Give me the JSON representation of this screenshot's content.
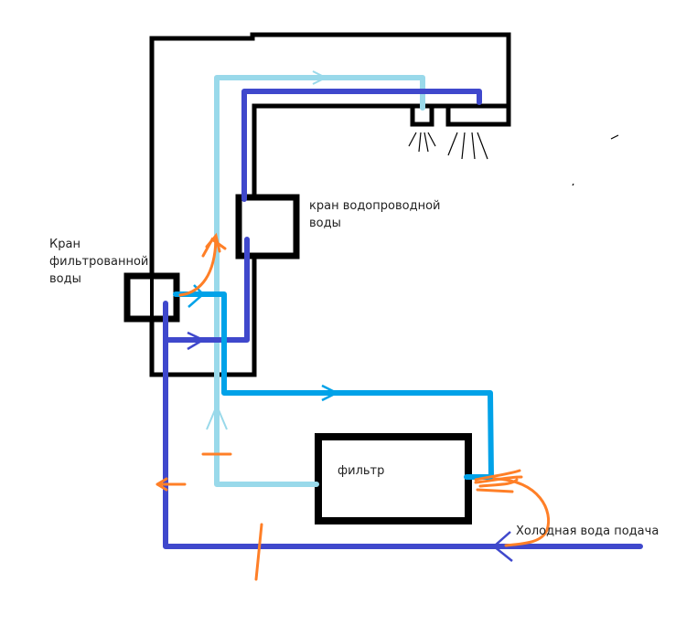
{
  "labels": {
    "filtered_tap": [
      "Кран",
      "фильтрованной",
      "воды"
    ],
    "tap_water": [
      "кран водопроводной",
      "воды"
    ],
    "filter": "фильтр",
    "cold_supply": "Холодная вода подача"
  },
  "colors": {
    "frame": "#000000",
    "filtered_line": "#99d9ea",
    "cold_line": "#3f48cc",
    "pre_filter_line": "#00a2e8",
    "annotation": "#ff7f27"
  }
}
